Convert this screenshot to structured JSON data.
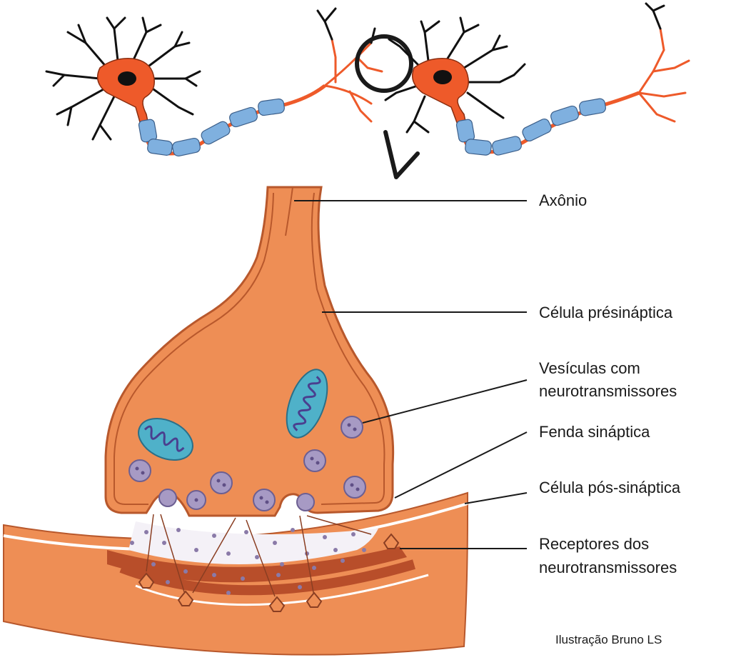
{
  "labels": {
    "axon": "Axônio",
    "presynaptic": "Célula présináptica",
    "vesicles_line1": "Vesículas com",
    "vesicles_line2": "neurotransmissores",
    "cleft": "Fenda sináptica",
    "postsynaptic": "Célula pós-sináptica",
    "receptors_line1": "Receptores dos",
    "receptors_line2": "neurotransmissores"
  },
  "credit": "Ilustração Bruno LS",
  "colors": {
    "cell_body": "#ee5a2a",
    "terminal": "#ee8e55",
    "terminal_edge": "#b8582c",
    "myelin": "#7fb0df",
    "mitochondria": "#4fb1c9",
    "vesicle": "#a79ac4",
    "dendrite": "#111111"
  }
}
